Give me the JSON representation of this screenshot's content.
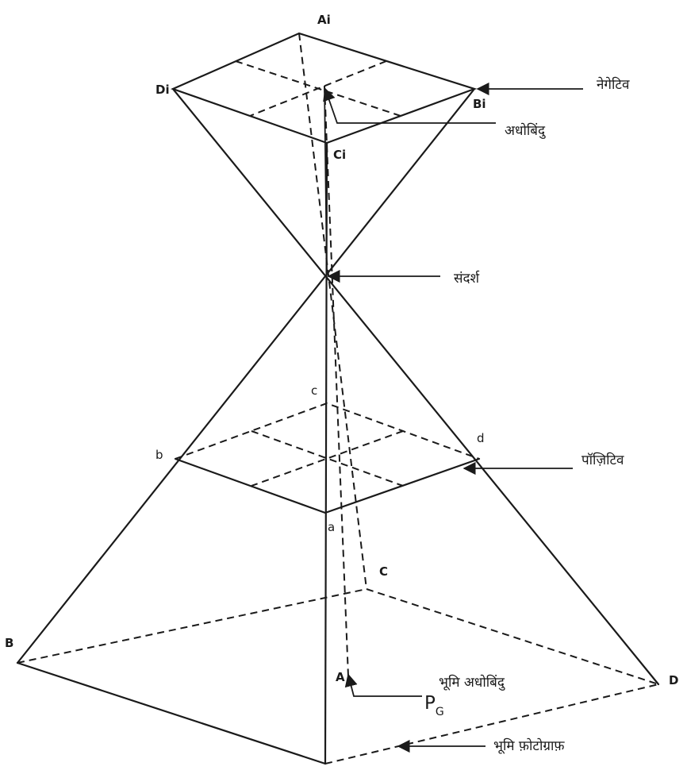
{
  "vertices": {
    "Ai": "Ai",
    "Bi": "Bi",
    "Ci": "Ci",
    "Di": "Di",
    "a": "a",
    "b": "b",
    "c": "c",
    "d": "d",
    "A": "A",
    "B": "B",
    "C": "C",
    "D": "D"
  },
  "annotations": {
    "negative": "नेगेटिव",
    "nadir": "अधोबिंदु",
    "perspective_center": "संदर्श",
    "positive": "पॉज़िटिव",
    "ground_nadir": "भूमि अधोबिंदु",
    "pg_main": "P",
    "pg_sub": "G",
    "ground_photograph": "भूमि फ़ोटोग्राफ़"
  }
}
